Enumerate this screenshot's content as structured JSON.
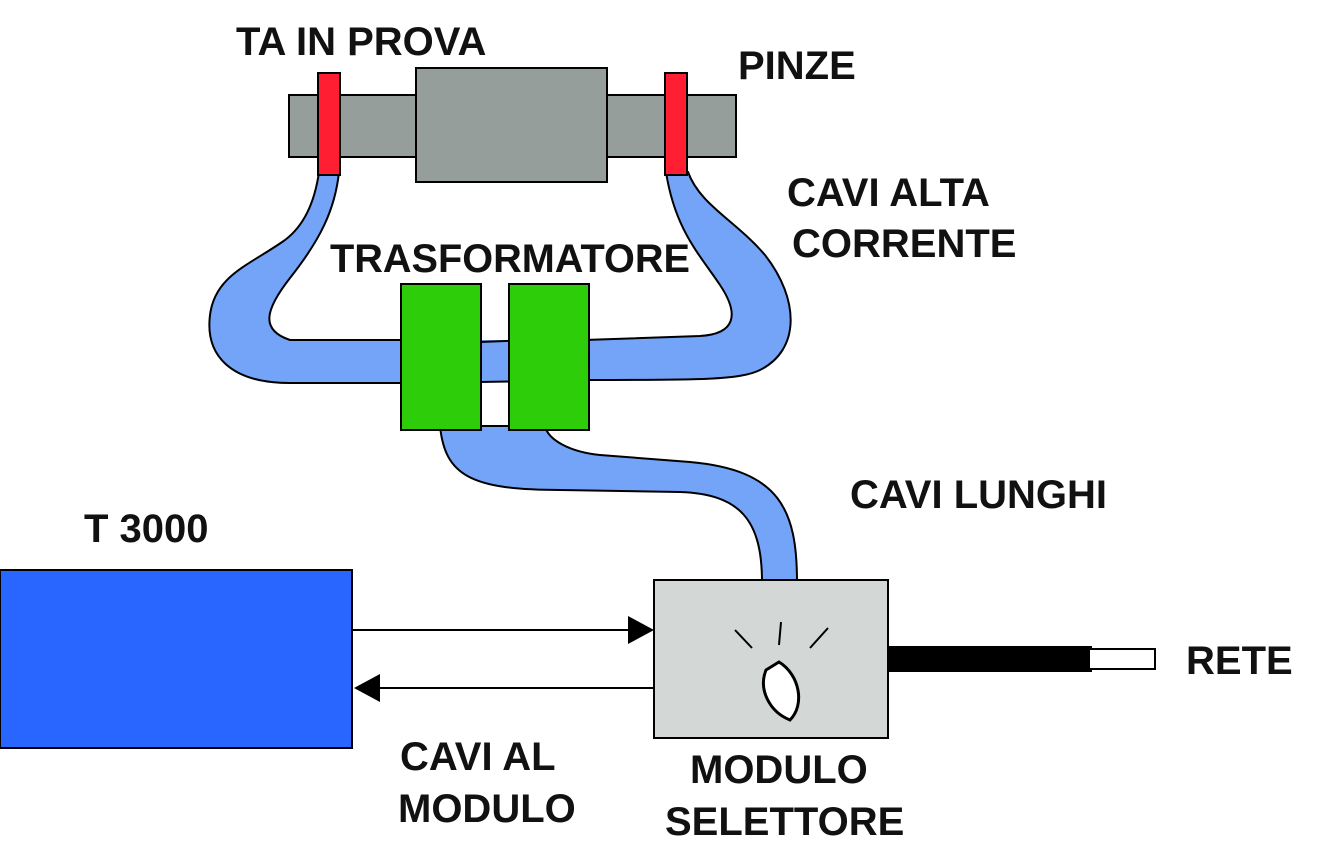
{
  "labels": {
    "ta_in_prova": "TA IN PROVA",
    "pinze": "PINZE",
    "cavi_alta_corrente_1": "CAVI ALTA",
    "cavi_alta_corrente_2": "CORRENTE",
    "trasformatore": "TRASFORMATORE",
    "cavi_lunghi": "CAVI LUNGHI",
    "t3000": "T 3000",
    "rete": "RETE",
    "cavi_al_modulo_1": "CAVI AL",
    "cavi_al_modulo_2": "MODULO",
    "modulo_selettore_1": "MODULO",
    "modulo_selettore_2": "SELETTORE"
  },
  "colors": {
    "bar_gray": "#959e9a",
    "clamp_red": "#ff1e32",
    "cable_blue": "#74a4f8",
    "transformer_green": "#2ecd0a",
    "t3000_blue": "#2866ff",
    "module_gray": "#d3d8d6",
    "mains_cable": "#000000"
  },
  "icons": {
    "selector_indicator": "lamp-indicator-icon"
  }
}
